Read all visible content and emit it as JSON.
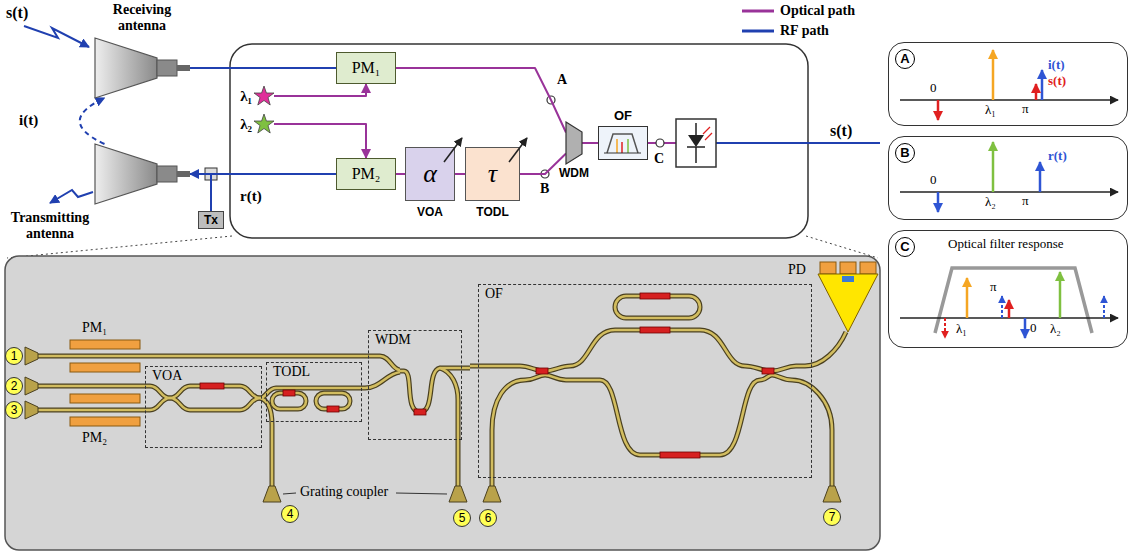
{
  "diagram": {
    "nodes": [
      {
        "text": [
          "Receiving antenna"
        ]
      },
      {
        "text": [
          "λ₁"
        ]
      },
      {
        "text": [
          "PM₁"
        ]
      },
      {
        "text": [
          "λ₂"
        ]
      },
      {
        "text": [
          "PM₂"
        ]
      },
      {
        "text": [
          "α",
          "VOA"
        ]
      },
      {
        "text": [
          "τ",
          "TODL"
        ]
      },
      {
        "text": [
          "WDM"
        ]
      },
      {
        "text": [
          "OF"
        ]
      },
      {
        "text": [
          "Transmitting antenna"
        ]
      },
      {
        "text": [
          "Tx"
        ]
      },
      {
        "text": [
          "A"
        ]
      },
      {
        "text": [
          "B"
        ]
      },
      {
        "text": [
          "C"
        ]
      },
      {
        "text": [
          "1"
        ]
      },
      {
        "text": [
          "2"
        ]
      },
      {
        "text": [
          "3"
        ]
      },
      {
        "text": [
          "VOA"
        ]
      },
      {
        "text": [
          "TODL"
        ]
      },
      {
        "text": [
          "WDM"
        ]
      },
      {
        "text": [
          "OF"
        ]
      },
      {
        "text": [
          "4"
        ]
      },
      {
        "text": [
          "5"
        ]
      },
      {
        "text": [
          "6"
        ]
      },
      {
        "text": [
          "7"
        ]
      }
    ],
    "edges": [
      {
        "from": 0,
        "to": 2,
        "arrow": "none"
      },
      {
        "from": 1,
        "to": 2,
        "arrow": "to"
      },
      {
        "from": 3,
        "to": 4,
        "arrow": "to"
      },
      {
        "from": 2,
        "to": 7,
        "arrow": "none"
      },
      {
        "from": 4,
        "to": 5,
        "arrow": "none"
      },
      {
        "from": 5,
        "to": 6,
        "arrow": "none"
      },
      {
        "from": 6,
        "to": 7,
        "arrow": "none"
      },
      {
        "from": 7,
        "to": 8,
        "arrow": "none"
      },
      {
        "from": 10,
        "to": 4,
        "arrow": "none"
      },
      {
        "from": 10,
        "to": 9,
        "arrow": "to"
      },
      {
        "from": 9,
        "to": 0,
        "arrow": "to",
        "label": "i(t)"
      }
    ],
    "labels": [
      "s(t)",
      "A",
      "B",
      "C",
      "r(t)",
      "s(t)",
      "0",
      "λ₁",
      "π",
      "i(t)",
      "s(t)",
      "0",
      "λ₂",
      "π",
      "r(t)",
      "Optical filter response",
      "π",
      "λ₁",
      "0",
      "λ₂",
      "PM₁",
      "PM₂",
      "PD",
      "Grating coupler"
    ],
    "legend": [
      {
        "text": "Optical path"
      },
      {
        "text": "RF path"
      }
    ]
  }
}
